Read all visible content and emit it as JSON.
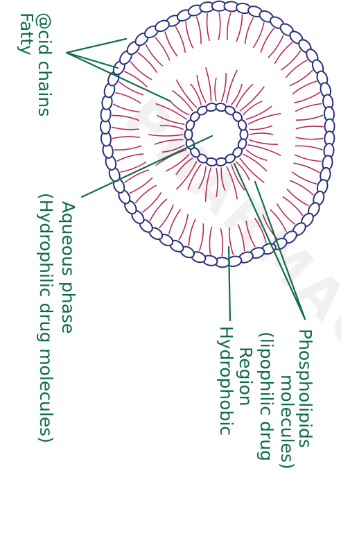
{
  "labels": {
    "fatty_acid": [
      "Fatty",
      "@cid chains"
    ],
    "aqueous": [
      "Aqueous phase",
      "(Hydrophilic drug molecules)"
    ],
    "hydrophobic": [
      "Hydrophobic",
      "Region",
      "(lipophilic drug",
      "molecules)"
    ],
    "phospholipids": "Phospholipids"
  },
  "watermark": "PHARMACY",
  "colors": {
    "head_stroke": "#2a2f7a",
    "tail": "#b8285a",
    "ink": "#0e6b4c"
  }
}
